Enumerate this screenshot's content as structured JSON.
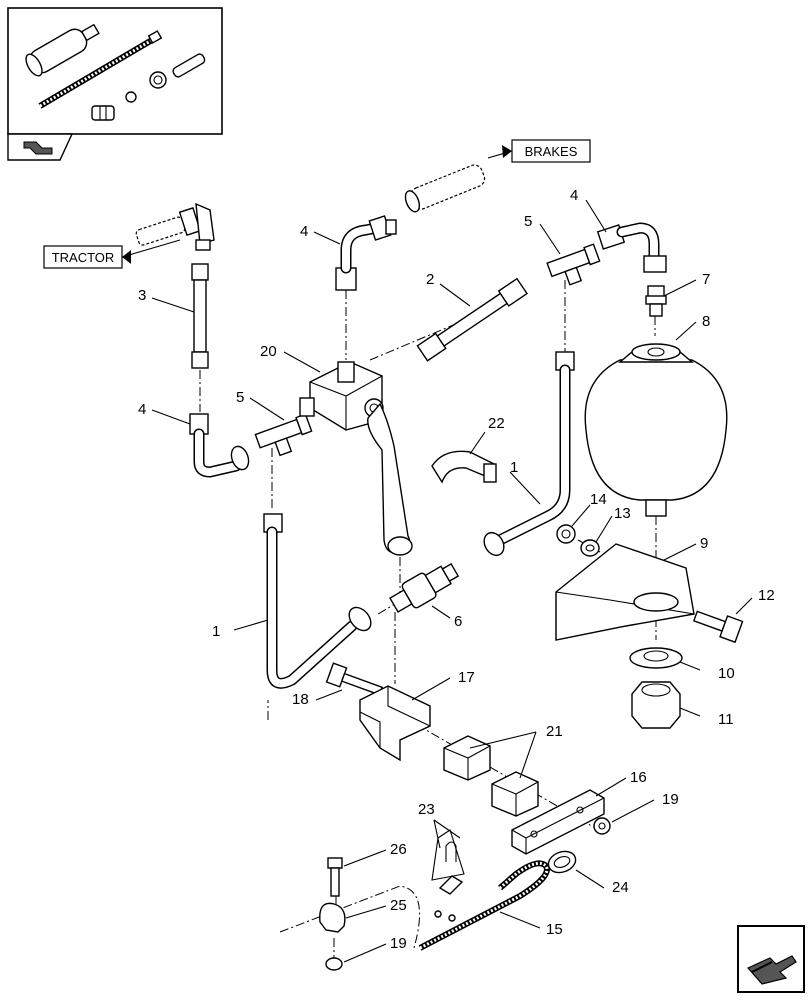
{
  "callouts": {
    "c1a": "1",
    "c1b": "1",
    "c2": "2",
    "c3": "3",
    "c4a": "4",
    "c4b": "4",
    "c4c": "4",
    "c5a": "5",
    "c5b": "5",
    "c6": "6",
    "c7": "7",
    "c8": "8",
    "c9": "9",
    "c10": "10",
    "c11": "11",
    "c12": "12",
    "c13": "13",
    "c14": "14",
    "c15": "15",
    "c16": "16",
    "c17": "17",
    "c18": "18",
    "c19a": "19",
    "c19b": "19",
    "c20": "20",
    "c21": "21",
    "c22": "22",
    "c23": "23",
    "c24": "24",
    "c25": "25",
    "c26": "26"
  },
  "boxes": {
    "tractor": "TRACTOR",
    "brakes": "BRAKES"
  },
  "icons": {
    "top_left": "kit-thumbnail",
    "nav_prev": "page-back-arrow-icon",
    "nav_next": "page-next-arrow-icon"
  }
}
